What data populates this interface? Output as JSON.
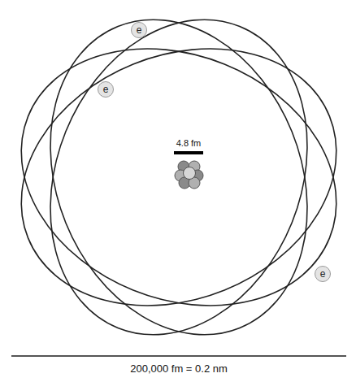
{
  "diagram": {
    "nodes": [
      {
        "text": [
          "e"
        ]
      },
      {
        "text": [
          "e"
        ]
      },
      {
        "text": [
          "e"
        ]
      }
    ],
    "labels": [
      "4.8 fm",
      "200,000 fm = 0.2 nm"
    ]
  }
}
